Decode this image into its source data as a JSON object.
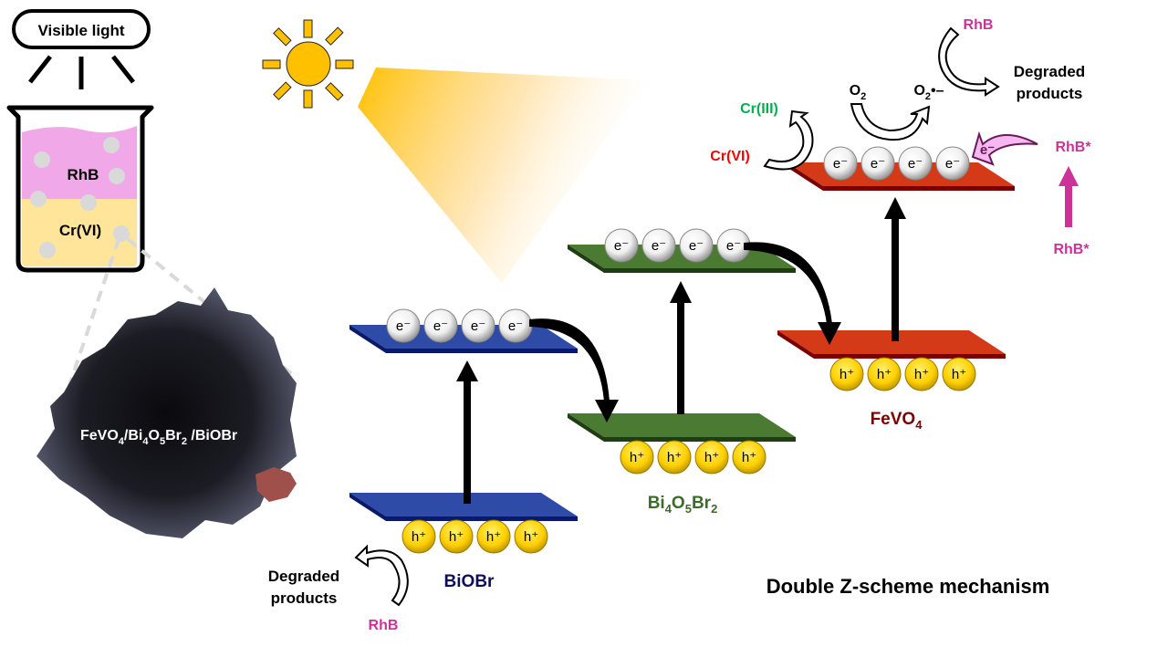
{
  "title": "Double Z-scheme mechanism",
  "light_source": {
    "label": "Visible light"
  },
  "beaker": {
    "layers": [
      {
        "name": "RhB",
        "label": "RhB",
        "color": "#f0a8e8"
      },
      {
        "name": "CrVI",
        "label": "Cr(VI)",
        "color": "#ffe599"
      }
    ]
  },
  "catalyst": {
    "label_parts": [
      {
        "t": "FeVO"
      },
      {
        "t": "4",
        "sub": true
      },
      {
        "t": "/Bi"
      },
      {
        "t": "4",
        "sub": true
      },
      {
        "t": "O"
      },
      {
        "t": "5",
        "sub": true
      },
      {
        "t": "Br"
      },
      {
        "t": "2",
        "sub": true
      },
      {
        "t": "  /BiOBr"
      }
    ]
  },
  "semiconductors": [
    {
      "name": "BiOBr",
      "label_parts": [
        {
          "t": "BiOBr"
        }
      ],
      "label_color": "#0d0d5a",
      "band_color": "#2e4ba8",
      "band_edge_color": "#0a1a6a",
      "electron_count": 4,
      "hole_count": 4
    },
    {
      "name": "Bi4O5Br2",
      "label_parts": [
        {
          "t": "Bi"
        },
        {
          "t": "4",
          "sub": true
        },
        {
          "t": "O"
        },
        {
          "t": "5",
          "sub": true
        },
        {
          "t": "Br"
        },
        {
          "t": "2",
          "sub": true
        }
      ],
      "label_color": "#3d6b2c",
      "band_color": "#4b7a32",
      "band_edge_color": "#1f3d14",
      "electron_count": 4,
      "hole_count": 4
    },
    {
      "name": "FeVO4",
      "label_parts": [
        {
          "t": "FeVO"
        },
        {
          "t": "4",
          "sub": true
        }
      ],
      "label_color": "#7a0000",
      "band_color": "#d43a18",
      "band_edge_color": "#7a0000",
      "electron_count": 4,
      "hole_count": 4
    }
  ],
  "carriers": {
    "electron": "e⁻",
    "hole": "h⁺"
  },
  "reactions": {
    "cr_reduction": {
      "from": "Cr(VI)",
      "to": "Cr(III)",
      "from_color": "#ff0000",
      "to_color": "#00b050"
    },
    "oxygen": {
      "from": "O₂",
      "to": "O₂•–"
    },
    "rhb_top": {
      "from": "RhB",
      "to_line1": "Degraded",
      "to_line2": "products",
      "color": "#cc3399"
    },
    "rhb_sensitization": {
      "excited": "RhB*",
      "ground_excited": "RhB*",
      "injected": "e⁻",
      "color": "#cc3399"
    },
    "rhb_bottom": {
      "from": "RhB",
      "to_line1": "Degraded",
      "to_line2": "products",
      "color": "#cc3399"
    }
  },
  "colors": {
    "sun": "#ffc000",
    "electron_ball": "#ffffff",
    "hole_ball": "#ffd700",
    "rhb": "#cc3399"
  }
}
